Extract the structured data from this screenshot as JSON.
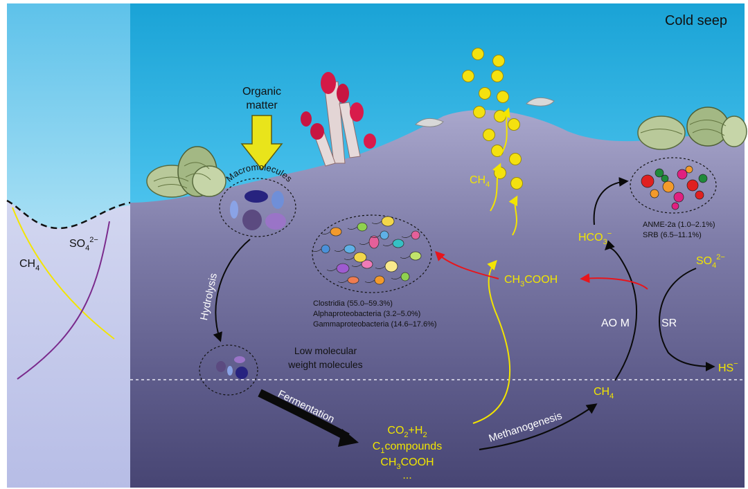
{
  "title": "Cold seep",
  "organic_matter": [
    "Organic",
    "matter"
  ],
  "macromolecules": "Macromolecules",
  "hydrolysis": "Hydrolysis",
  "low_molecular": [
    "Low molecular",
    "weight molecules"
  ],
  "fermentation": "Fermentation",
  "products": {
    "co2h2_pre": "CO",
    "co2h2_sub": "2",
    "co2h2_mid": "+H",
    "co2h2_sub2": "2",
    "c1_pre": "C",
    "c1_sub": "1",
    "c1_post": "compounds",
    "acetate_pre": "CH",
    "acetate_sub": "3",
    "acetate_post": "COOH",
    "ellipsis": "..."
  },
  "methanogenesis": "Methanogenesis",
  "ch4": {
    "pre": "CH",
    "sub": "4"
  },
  "ch3cooh_mid": {
    "pre": "CH",
    "sub": "3",
    "post": "COOH"
  },
  "hco3": {
    "pre": "HCO",
    "sub": "3",
    "sup": "−"
  },
  "so4": {
    "pre": "SO",
    "sub": "4",
    "sup": "2−"
  },
  "hs": {
    "pre": "HS",
    "sup": "−"
  },
  "aom": "AO M",
  "sr": "SR",
  "clostridia_labels": [
    "Clostridia (55.0–59.3%)",
    "Alphaproteobacteria (3.2–5.0%)",
    "Gammaproteobacteria (14.6–17.6%)"
  ],
  "anme_labels": [
    "ANME-2a (1.0–2.1%)",
    "SRB (6.5–11.1%)"
  ],
  "profile": {
    "ch4": {
      "pre": "CH",
      "sub": "4"
    },
    "so4": {
      "pre": "SO",
      "sub": "4",
      "sup": "2−"
    }
  },
  "colors": {
    "yellow_label": "#f2e600",
    "arrow_red": "#e8151b",
    "ch4_line": "#f3e500",
    "so4_line": "#7a2a8c",
    "bubble": "#f4e10f"
  }
}
